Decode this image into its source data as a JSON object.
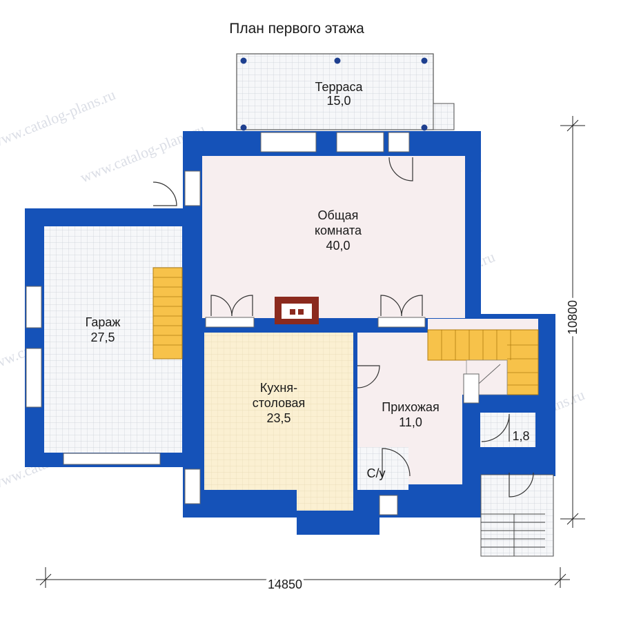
{
  "title": "План первого этажа",
  "watermark": "www.catalog-plans.ru",
  "rooms": {
    "terrace": {
      "name": "Терраса",
      "area": "15,0"
    },
    "living": {
      "name_line1": "Общая",
      "name_line2": "комната",
      "area": "40,0"
    },
    "garage": {
      "name": "Гараж",
      "area": "27,5"
    },
    "kitchen": {
      "name_line1": "Кухня-",
      "name_line2": "столовая",
      "area": "23,5"
    },
    "hall": {
      "name": "Прихожая",
      "area": "11,0"
    },
    "closet": {
      "area": "1,8"
    },
    "wc": {
      "name": "С/у"
    }
  },
  "dimensions": {
    "width": "14850",
    "height": "10800"
  },
  "colors": {
    "wall": "#1552b8",
    "living_floor": "#f7eeef",
    "kitchen_floor": "#fbf0d2",
    "tile_floor": "#f4f6f8",
    "stairs": "#f7c24a",
    "fireplace": "#8b2a1e"
  }
}
